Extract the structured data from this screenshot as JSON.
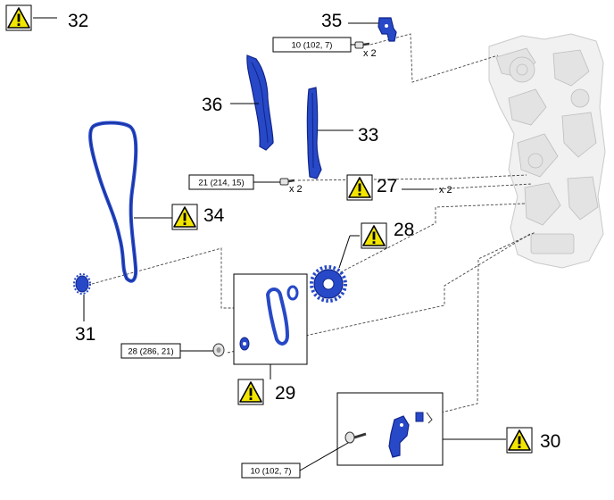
{
  "callouts": [
    {
      "id": "32",
      "label": "32",
      "warning": true
    },
    {
      "id": "35",
      "label": "35",
      "warning": false
    },
    {
      "id": "36",
      "label": "36",
      "warning": false
    },
    {
      "id": "33",
      "label": "33",
      "warning": false
    },
    {
      "id": "27",
      "label": "27",
      "warning": true
    },
    {
      "id": "34",
      "label": "34",
      "warning": true
    },
    {
      "id": "28",
      "label": "28",
      "warning": true
    },
    {
      "id": "31",
      "label": "31",
      "warning": false
    },
    {
      "id": "29",
      "label": "29",
      "warning": true
    },
    {
      "id": "30",
      "label": "30",
      "warning": true
    }
  ],
  "torque_specs": [
    {
      "id": "t35",
      "text": "10 (102, 7)"
    },
    {
      "id": "t33",
      "text": "21 (214, 15)"
    },
    {
      "id": "t29",
      "text": "28 (286, 21)"
    },
    {
      "id": "t30",
      "text": "10 (102, 7)"
    }
  ],
  "quantities": [
    {
      "id": "q35",
      "text": "x 2"
    },
    {
      "id": "q33",
      "text": "x 2"
    },
    {
      "id": "q27",
      "text": "x 2"
    }
  ],
  "colors": {
    "part_blue": "#2749c7",
    "warning_yellow": "#f2e600"
  },
  "icons": [
    "warning-icon"
  ]
}
